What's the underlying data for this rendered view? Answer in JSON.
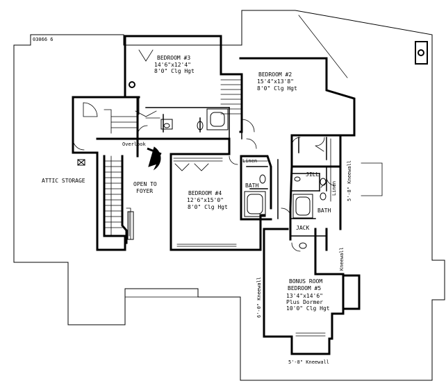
{
  "plan": {
    "plan_number": "03066 6",
    "overlook": "Overlook",
    "attic_storage": "ATTIC STORAGE",
    "open_to_foyer": [
      "OPEN TO",
      "FOYER"
    ],
    "bedroom3": {
      "name": "BEDROOM #3",
      "dims": "14'6\"x12'4\"",
      "ceiling": "8'0\" Clg Hgt"
    },
    "bedroom2": {
      "name": "BEDROOM #2",
      "dims": "15'4\"x13'8\"",
      "ceiling": "8'0\" Clg Hgt"
    },
    "bedroom4": {
      "name": "BEDROOM #4",
      "dims": "12'6\"x15'0\"",
      "ceiling": "8'0\" Clg Hgt"
    },
    "bonus": {
      "name1": "BONUS ROOM",
      "name2": "BEDROOM #5",
      "dims": "13'4\"x14'6\"",
      "dormer": "Plus Dormer",
      "ceiling": "10'0\" Clg Hgt"
    },
    "bath_label": "BATH",
    "bath2_label": "BATH",
    "linen1": "Linen",
    "linen2": "Linen",
    "jill": "JILL",
    "jack": "JACK",
    "kneewall_right": "5'-8\" Kneewall",
    "kneewall_small": "Kneewall",
    "kneewall_left": "6'-0\" Kneewall",
    "kneewall_bottom": "5'-8\" Kneewall"
  }
}
